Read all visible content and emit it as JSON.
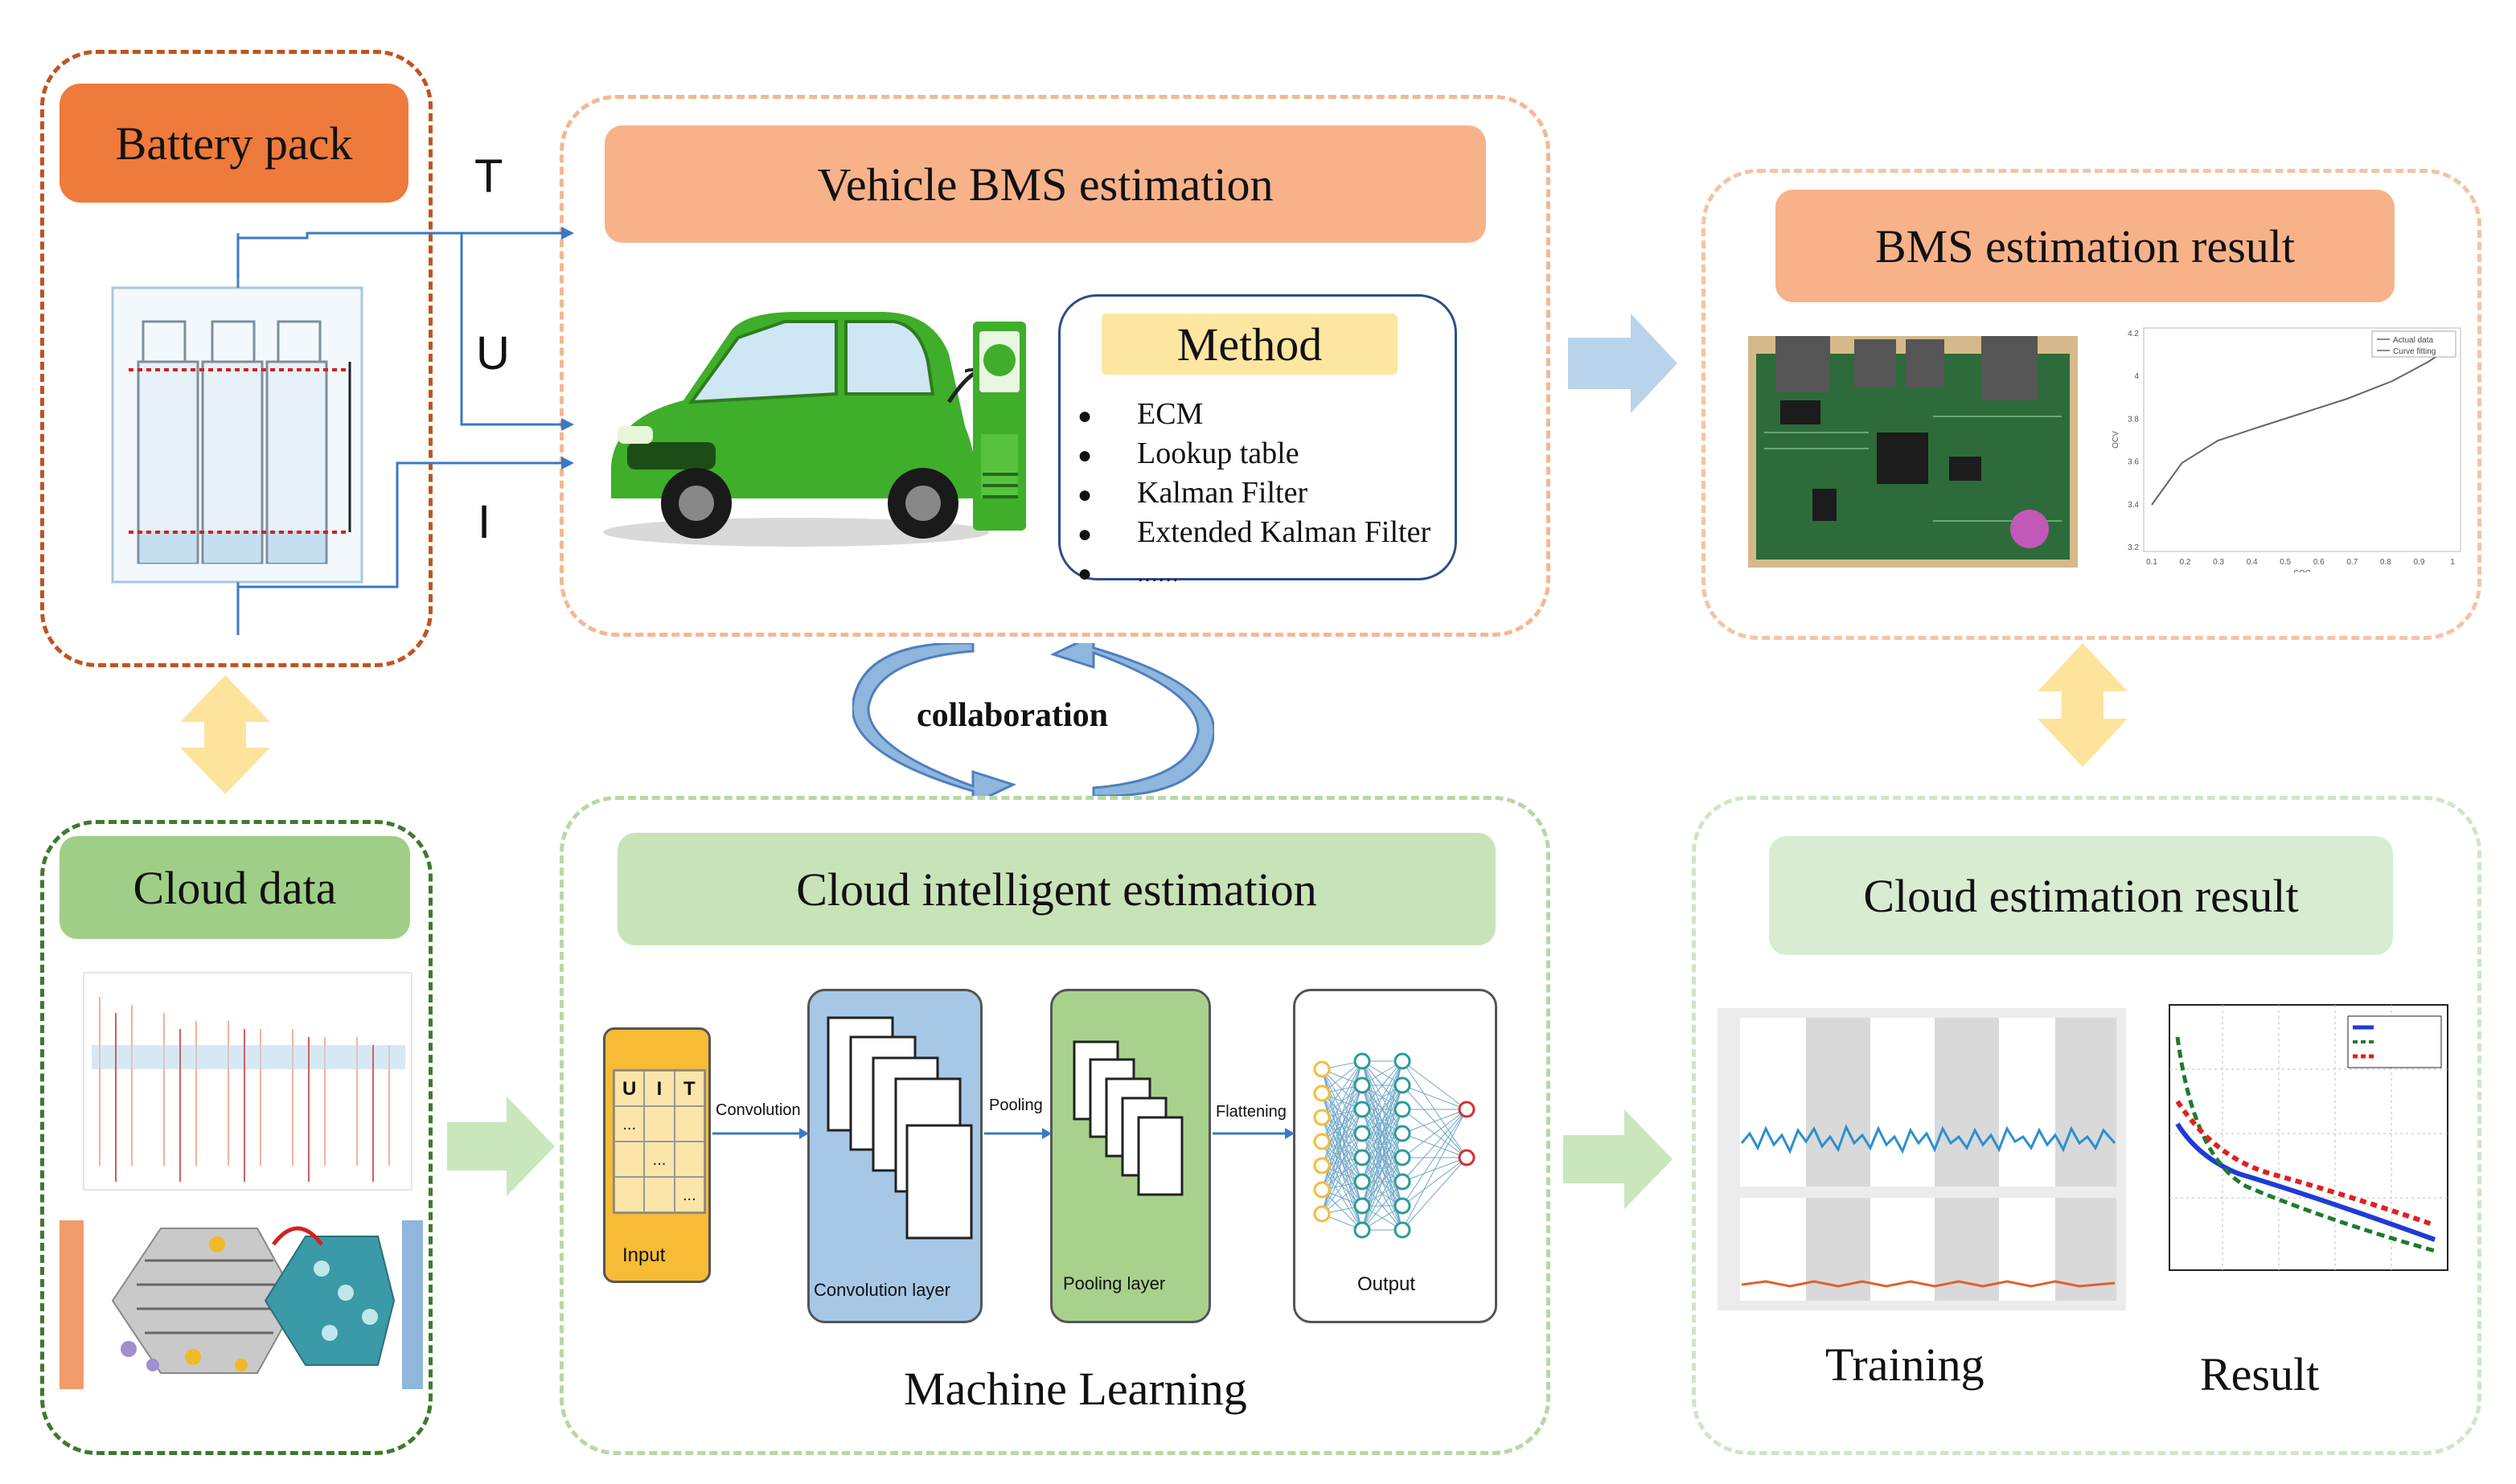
{
  "panels": {
    "battery_pack": {
      "title": "Battery pack",
      "color": "#ee7a3b"
    },
    "vehicle_bms": {
      "title": "Vehicle BMS estimation",
      "color": "#f7b28a"
    },
    "bms_result": {
      "title": "BMS estimation result",
      "color": "#f7b28a"
    },
    "cloud_data": {
      "title": "Cloud data",
      "color": "#9fcf87"
    },
    "cloud_intelligent": {
      "title": "Cloud intelligent estimation",
      "color": "#c8e3b8"
    },
    "cloud_result": {
      "title": "Cloud estimation result",
      "color": "#d7ecd0"
    }
  },
  "signals": {
    "t": "T",
    "u": "U",
    "i": "I"
  },
  "method": {
    "title": "Method",
    "items": [
      "ECM",
      "Lookup table",
      "Kalman Filter",
      "Extended Kalman  Filter",
      "……"
    ]
  },
  "collaboration": "collaboration",
  "ml": {
    "input_cells": [
      "U",
      "I",
      "T"
    ],
    "input_dots": [
      "...",
      "...",
      "..."
    ],
    "input_label": "Input",
    "convolution_arrow": "Convolution",
    "conv_label": "Convolution layer",
    "pooling_arrow": "Pooling",
    "pool_label": "Pooling layer",
    "flatten_arrow": "Flattening",
    "output_label": "Output",
    "caption": "Machine Learning"
  },
  "bms_chart": {
    "legend": [
      "Actual data",
      "Curve fitting"
    ],
    "x_ticks": [
      "0.1",
      "0.2",
      "0.3",
      "0.4",
      "0.5",
      "0.6",
      "0.7",
      "0.8",
      "0.9",
      "1"
    ],
    "y_ticks": [
      "4.2",
      "4",
      "3.8",
      "3.6",
      "3.4",
      "3.2"
    ],
    "xlabel": "SOC",
    "ylabel": "OCV"
  },
  "cloud_result": {
    "training_label": "Training",
    "result_label": "Result"
  },
  "colors": {
    "arrow_blue": "#b9d3ea",
    "arrow_yellow": "#fde39b",
    "arrow_green": "#c9e6bd",
    "car_green": "#3fae2a",
    "signal_line": "#3b78c4"
  }
}
